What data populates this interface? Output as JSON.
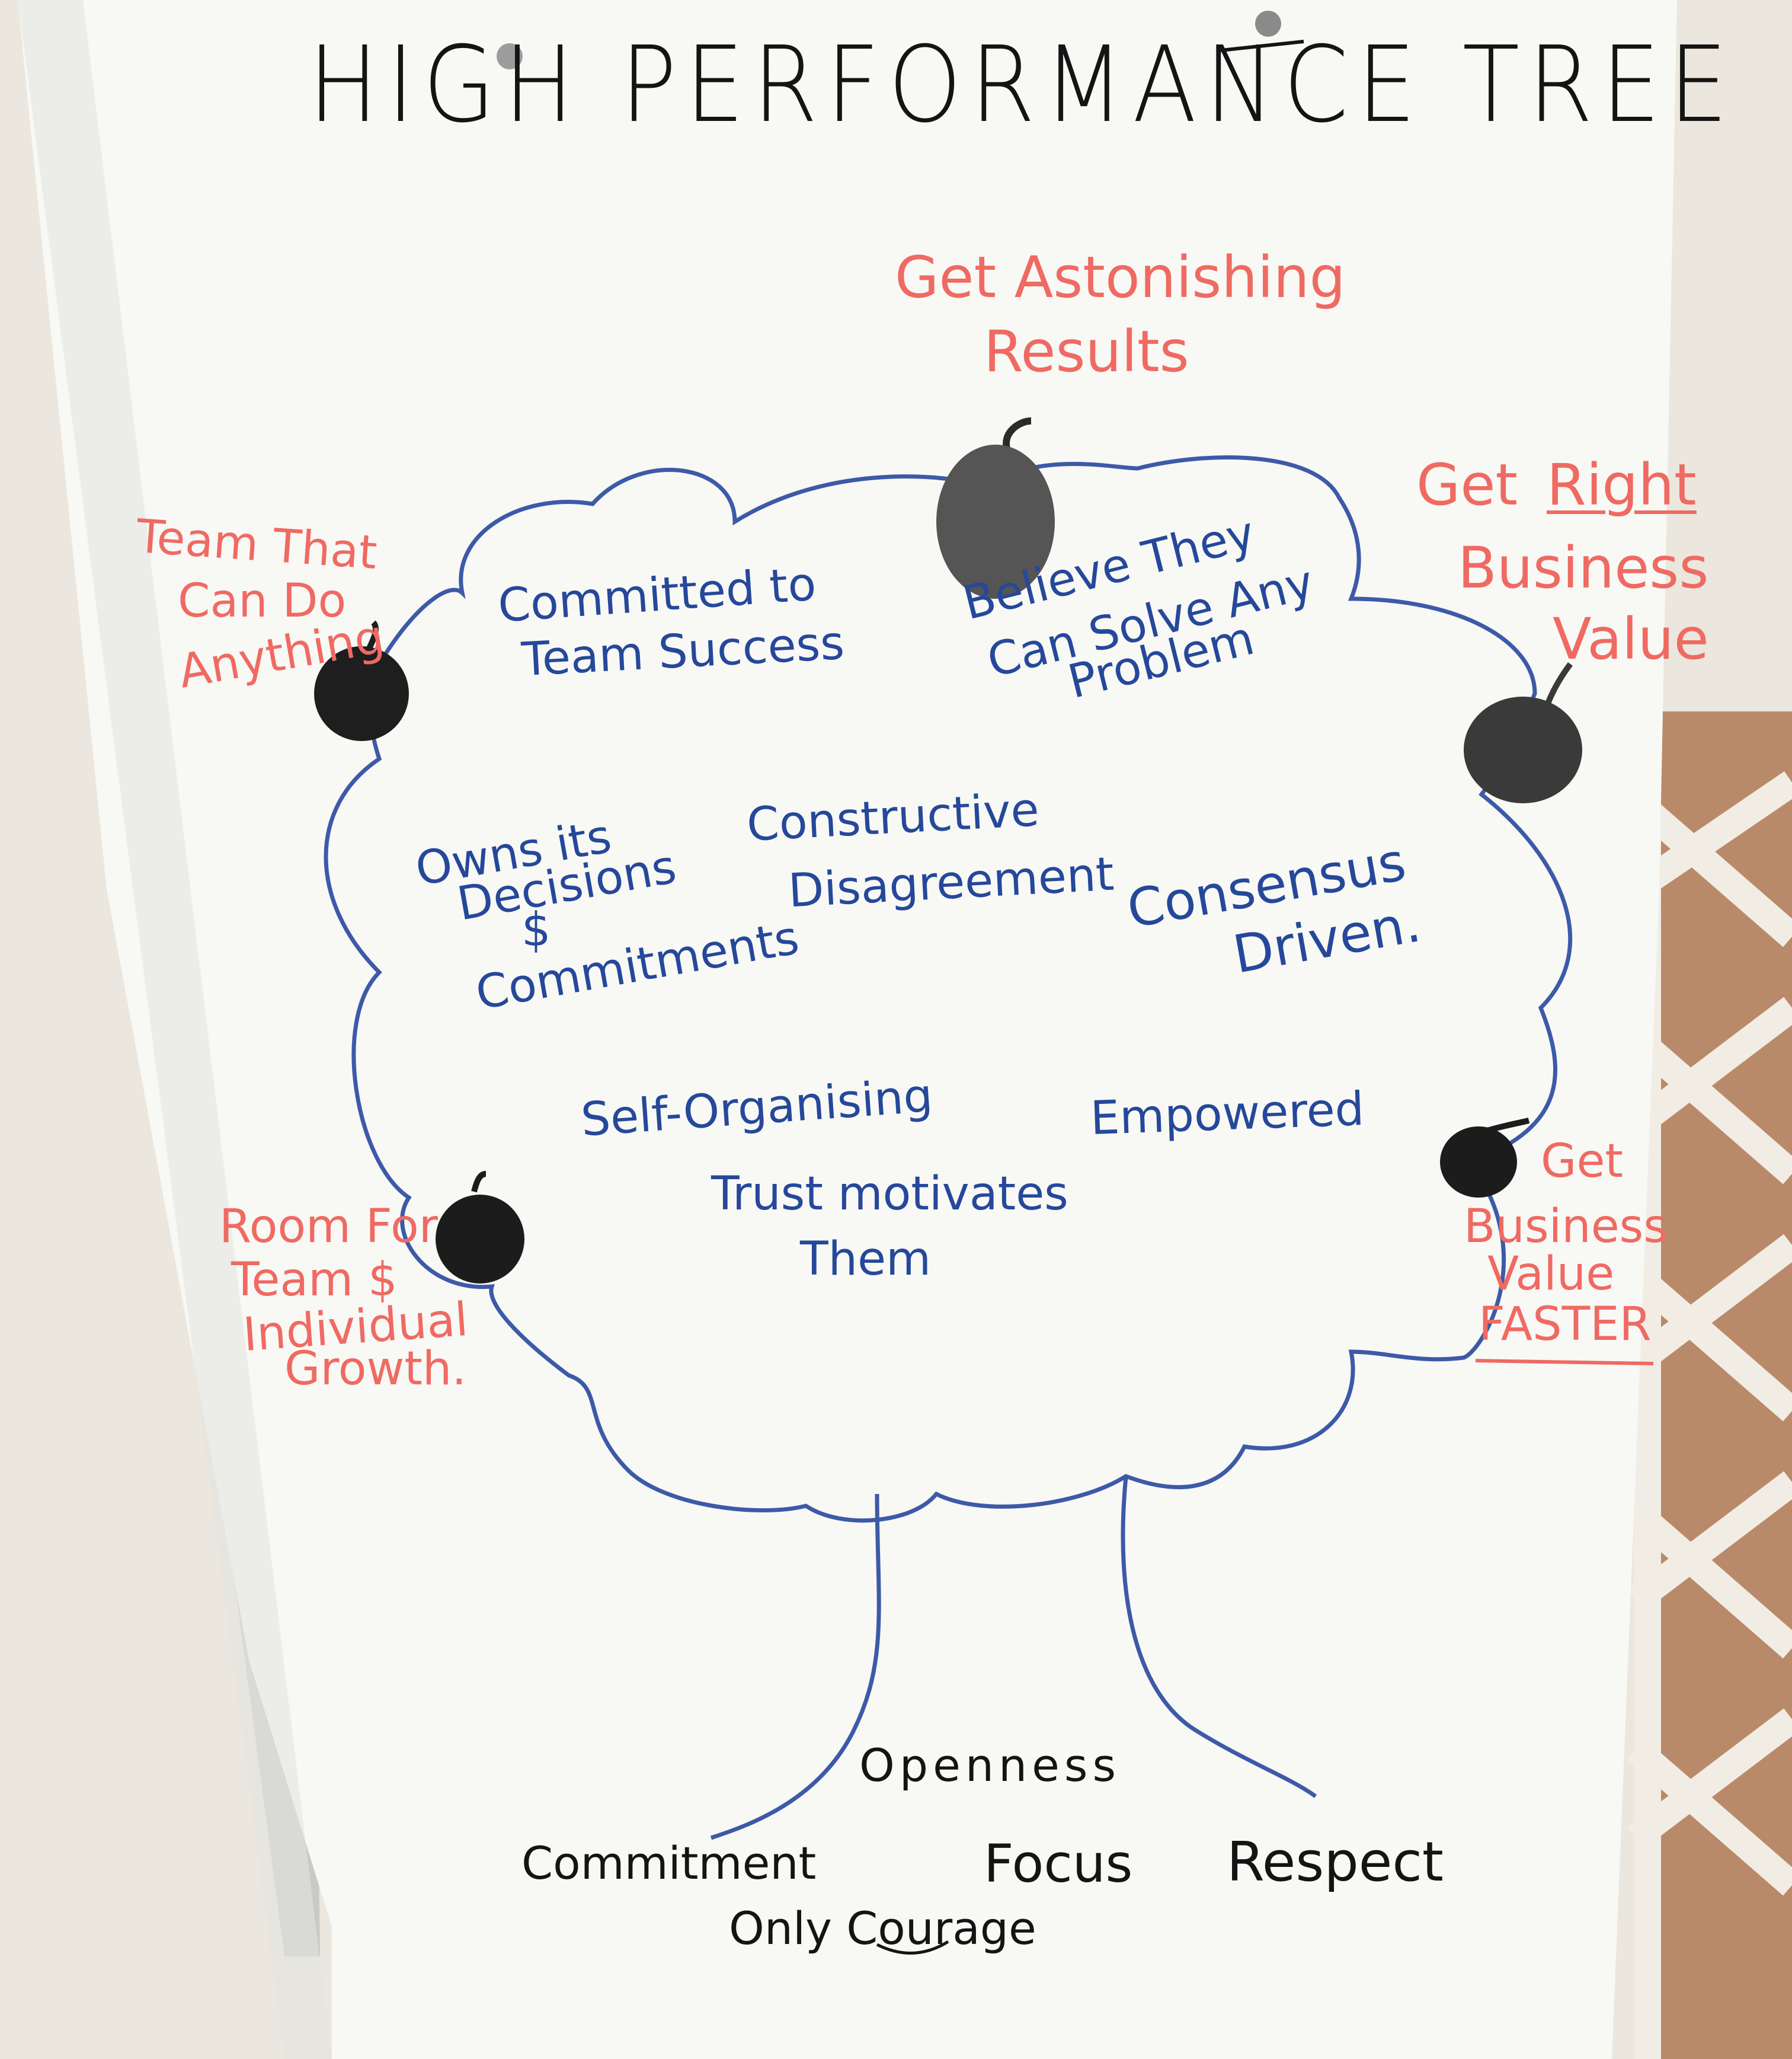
{
  "title": "HIGH PERFORMANCE TREE",
  "fruit_labels": {
    "top": [
      "Get Astonishing",
      "Results"
    ],
    "top_right": [
      "Get",
      "Right",
      "Business",
      "Value"
    ],
    "right": [
      "Get",
      "Business",
      "Value",
      "FASTER"
    ],
    "top_left": [
      "Team That",
      "Can Do",
      "Anything"
    ],
    "bottom_left": [
      "Room For",
      "Team $",
      "Individual",
      "Growth."
    ]
  },
  "canopy_labels": {
    "committed": [
      "Committed to",
      "Team Success"
    ],
    "believe": [
      "Believe They",
      "Can Solve Any",
      "Problem"
    ],
    "owns": [
      "Owns its",
      "Decisions",
      "$",
      "Commitments"
    ],
    "constructive": [
      "Constructive",
      "Disagreement"
    ],
    "consensus": [
      "Consensus",
      "Driven."
    ],
    "self_org": "Self-Organising",
    "empowered": "Empowered",
    "trust": [
      "Trust motivates",
      "Them"
    ]
  },
  "values": {
    "openness": "Openness",
    "commitment": "Commitment",
    "focus": "Focus",
    "respect": "Respect",
    "courage": "Only Courage"
  },
  "colors": {
    "ink_black": "#141414",
    "ink_red": "#ef6a62",
    "ink_blue": "#25489a",
    "fruit": "#2b2b2b",
    "paper": "#f7f7f4",
    "background": "#e9e5dc"
  }
}
